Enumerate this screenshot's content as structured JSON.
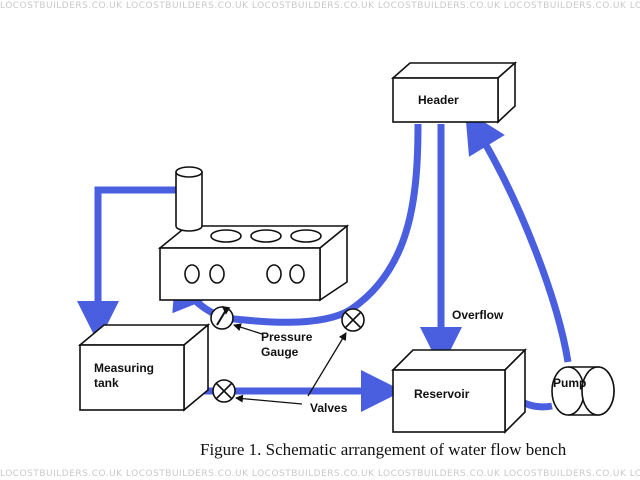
{
  "watermark_text": "LOCOSTBUILDERS.CO.UK",
  "labels": {
    "header": "Header",
    "measuring_tank_line1": "Measuring",
    "measuring_tank_line2": "tank",
    "reservoir": "Reservoir",
    "pump": "Pump",
    "overflow": "Overflow",
    "pressure_gauge_line1": "Pressure",
    "pressure_gauge_line2": "Gauge",
    "valves": "Valves"
  },
  "caption": "Figure 1.  Schematic arrangement of water flow bench",
  "colors": {
    "pipe": "#4a5fe0",
    "outline": "#111111",
    "box_fill": "#ffffff"
  }
}
